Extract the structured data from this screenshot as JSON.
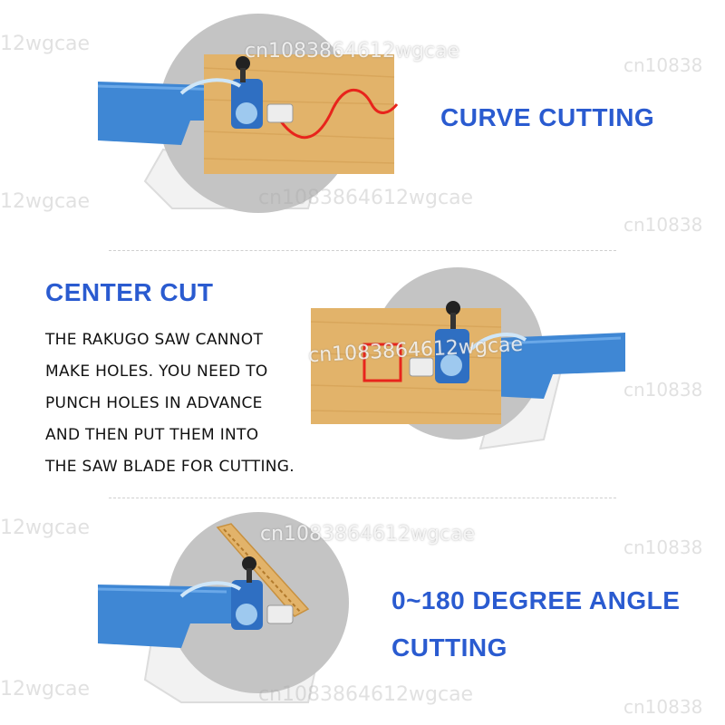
{
  "sections": {
    "curve": {
      "heading": "CURVE CUTTING"
    },
    "center": {
      "heading": "CENTER CUT",
      "lines": [
        "THE RAKUGO SAW CANNOT",
        "MAKE HOLES. YOU NEED TO",
        "PUNCH HOLES IN ADVANCE",
        "AND THEN PUT THEM INTO",
        "THE SAW BLADE FOR CUTTING."
      ]
    },
    "angle": {
      "heading_line1": "0~180 DEGREE ANGLE",
      "heading_line2": "CUTTING"
    }
  },
  "watermarks": {
    "code_long": "cn1083864612wgcae",
    "code_short": "cn10838",
    "code_corner": "12wgcae"
  },
  "colors": {
    "heading": "#2a5bd0",
    "arm_blue": "#3f87d4",
    "wood": "#e2b36a",
    "cut_line": "#e8241c",
    "table_gray": "#c4c4c4"
  }
}
